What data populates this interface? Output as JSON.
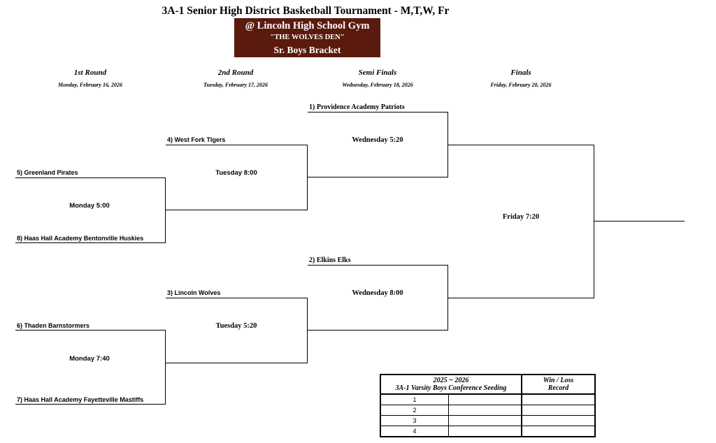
{
  "header": {
    "title": "3A-1 Senior High District Basketball Tournament - M,T,W, Fr",
    "venue": "@ Lincoln High School Gym",
    "nickname": "\"THE WOLVES DEN\"",
    "bracket": "Sr. Boys Bracket"
  },
  "rounds": [
    {
      "name": "1st Round",
      "date": "Monday, February 16, 2026"
    },
    {
      "name": "2nd Round",
      "date": "Tuesday, February 17, 2026"
    },
    {
      "name": "Semi Finals",
      "date": "Wednesday, February 18, 2026"
    },
    {
      "name": "Finals",
      "date": "Friday, February 20, 2026"
    }
  ],
  "first_round": {
    "g1": {
      "top": "5) Greenland Pirates",
      "time": "Monday 5:00",
      "bottom": "8) Haas Hall Academy Bentonville Huskies"
    },
    "g2": {
      "top": "6) Thaden Barnstormers",
      "time": "Monday 7:40",
      "bottom": "7) Haas Hall Academy Fayetteville Mastiffs"
    }
  },
  "second_round": {
    "g1": {
      "team": "4) West Fork TIgers",
      "time": "Tuesday 8:00"
    },
    "g2": {
      "team": "3) Lincoln Wolves",
      "time": "Tuesday 5:20"
    }
  },
  "semi_finals": {
    "g1": {
      "team": "1) Providence Academy Patriots",
      "time": "Wednesday 5:20"
    },
    "g2": {
      "team": "2) Elkins Elks",
      "time": "Wednesday 8:00"
    }
  },
  "finals": {
    "time": "Friday 7:20"
  },
  "seeding": {
    "title_line1": "2025 ~ 2026",
    "title_line2": "3A-1 Varsity Boys Conference Seeding",
    "record_line1": "Win / Loss",
    "record_line2": "Record",
    "rows": [
      "1",
      "2",
      "3",
      "4"
    ]
  }
}
